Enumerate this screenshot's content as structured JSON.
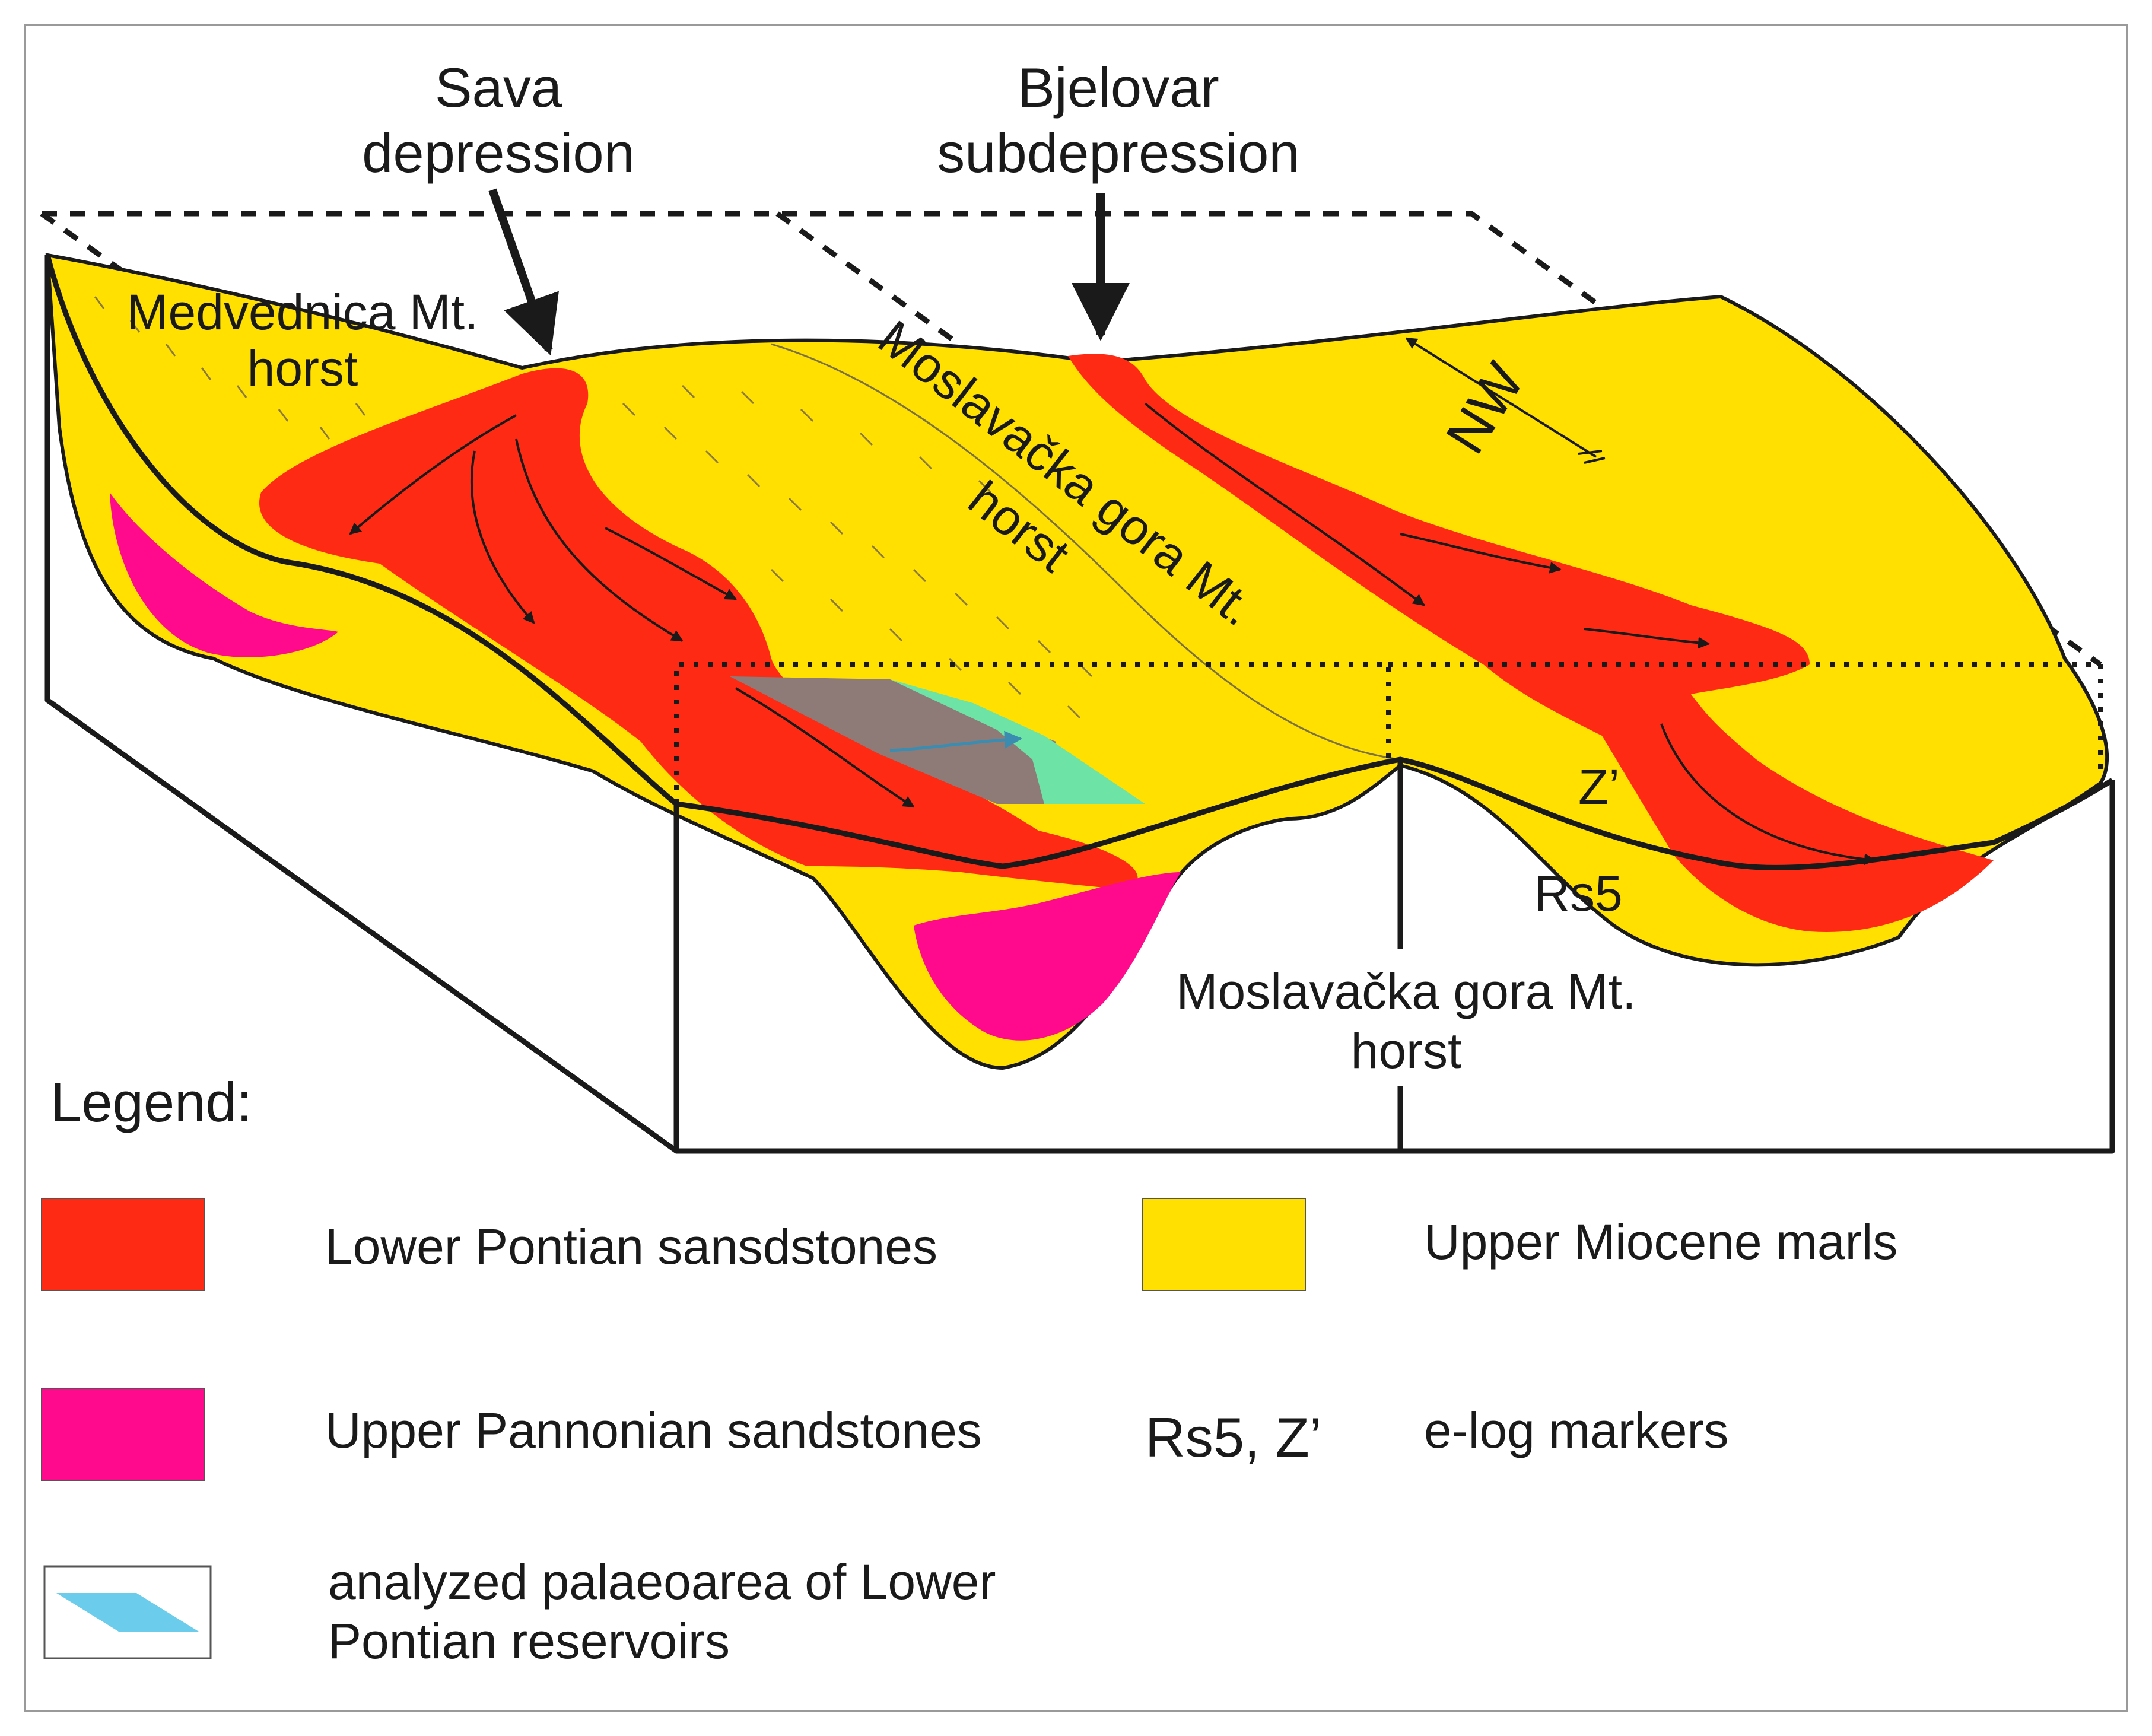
{
  "labels": {
    "sava_line1": "Sava",
    "sava_line2": "depression",
    "bjelovar_line1": "Bjelovar",
    "bjelovar_line2": "subdepression",
    "medvednica_line1": "Medvednica Mt.",
    "medvednica_line2": "horst",
    "moslavacka_top_line1": "Moslavačka gora Mt.",
    "moslavacka_top_line2": "horst",
    "moslavacka_front_line1": "Moslavačka gora Mt.",
    "moslavacka_front_line2": "horst",
    "north_arrow": "NW",
    "marker_z": "Z’",
    "marker_rs5": "Rs5"
  },
  "legend": {
    "title": "Legend:",
    "items": [
      {
        "swatch": "red",
        "color": "#FF2A14",
        "text": "Lower Pontian sansdstones"
      },
      {
        "swatch": "yellow",
        "color": "#FFE000",
        "text": "Upper Miocene marls"
      },
      {
        "swatch": "magenta",
        "color": "#FF0A8C",
        "text": "Upper Pannonian sandstones"
      },
      {
        "swatch": "text",
        "symbol": "Rs5, Z’",
        "text": "e-log markers"
      },
      {
        "swatch": "cyan",
        "color": "#6CCCEC",
        "text_line1": "analyzed palaeoarea of Lower",
        "text_line2": "Pontian reservoirs"
      }
    ]
  },
  "colors": {
    "marls": "#FFE000",
    "lower_pontian": "#FF2A14",
    "upper_pannonian": "#FF0A8C",
    "palaeoarea_grey": "#8E7B78",
    "palaeoarea_green": "#6DE4A6",
    "palaeoarea_legend": "#6CCCEC",
    "outline": "#1a1a1a",
    "frame": "#9a9a9a"
  }
}
